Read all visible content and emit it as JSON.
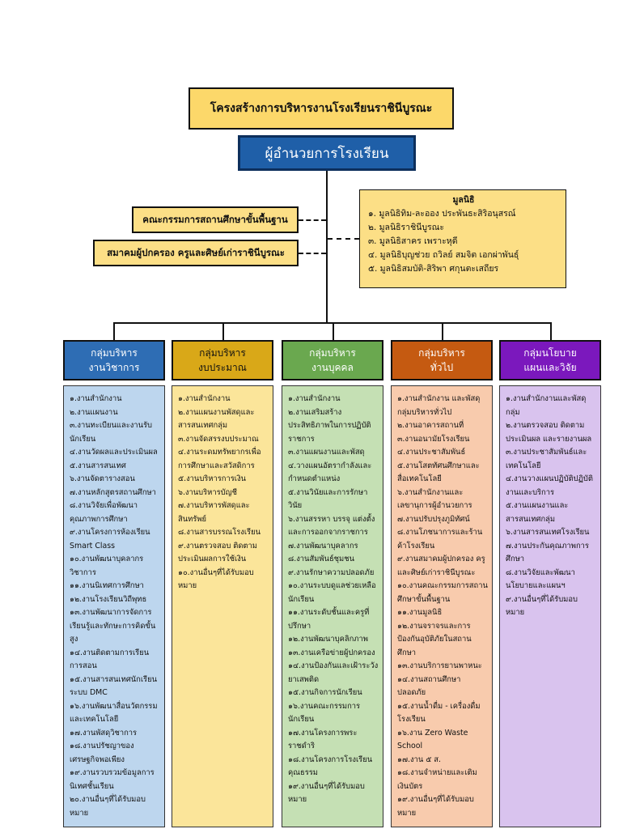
{
  "title": "โครงสร้างการบริหารงานโรงเรียนราชินีบูรณะ",
  "director": "ผู้อำนวยการโรงเรียน",
  "board": "คณะกรรมการสถานศึกษาขั้นพื้นฐาน",
  "association": "สมาคมผู้ปกครอง ครูและศิษย์เก่าราชินีบูรณะ",
  "foundations": {
    "title": "มูลนิธิ",
    "items": [
      "๑. มูลนิธิทิม-ละออง ประพันธะสิริอนุสรณ์",
      "๒. มูลนิธิราชินีบูรณะ",
      "๓. มูลนิธิสาคร เพราะหุดี",
      "๔. มูลนิธิบุญช่วย ถวิลย์ สมจิต เอกผ่าพันธุ์",
      "๕. มูลนิธิสมบัติ-สิริพา ศกุนตะเสถียร"
    ]
  },
  "groups": [
    {
      "title_line1": "กลุ่มบริหาร",
      "title_line2": "งานวิชาการ",
      "head_color": "#2e6db4",
      "head_text": "#ffffff",
      "body_color": "#bdd6ee",
      "items": [
        "๑.งานสำนักงาน",
        "๒.งานแผนงาน",
        "๓.งานทะเบียนและงานรับนักเรียน",
        "๔.งานวัดผลและประเมินผล",
        "๕.งานสารสนเทศ",
        "๖.งานจัดตารางสอน",
        "๗.งานหลักสูตรสถานศึกษา",
        "๘.งานวิจัยเพื่อพัฒนาคุณภาพการศึกษา",
        "๙.งานโครงการห้องเรียน Smart Class",
        "๑๐.งานพัฒนาบุคลากรวิชาการ",
        "๑๑.งานนิเทศการศึกษา",
        "๑๒.งานโรงเรียนวิถีพุทธ",
        "๑๓.งานพัฒนาการจัดการเรียนรู้และทักษะการคิดขั้นสูง",
        "๑๔.งานติดตามการเรียนการสอน",
        "๑๕.งานสารสนเทศนักเรียนระบบ DMC",
        "๑๖.งานพัฒนาสื่อนวัตกรรมและเทคโนโลยี",
        "๑๗.งานพัสดุวิชาการ",
        "๑๘.งานปรัชญาของเศรษฐกิจพอเพียง",
        "๑๙.งานรวบรวมข้อมูลการนิเทศชั้นเรียน",
        "๒๐.งานอื่นๆที่ได้รับมอบหมาย"
      ]
    },
    {
      "title_line1": "กลุ่มบริหาร",
      "title_line2": "งบประมาณ",
      "head_color": "#d9a818",
      "head_text": "#111111",
      "body_color": "#fbe59a",
      "items": [
        "๑.งานสำนักงาน",
        "๒.งานแผนงานพัสดุและสารสนเทศกลุ่ม",
        "๓.งานจัดสรรงบประมาณ",
        "๔.งานระดมทรัพยากรเพื่อการศึกษาและสวัสดิการ",
        "๕.งานบริหารการเงิน",
        "๖.งานบริหารบัญชี",
        "๗.งานบริหารพัสดุและสินทรัพย์",
        "๘.งานสารบรรณโรงเรียน",
        "๙.งานตรวจสอบ ติดตามประเมินผลการใช้เงิน",
        "๑๐.งานอื่นๆที่ได้รับมอบหมาย"
      ]
    },
    {
      "title_line1": "กลุ่มบริหาร",
      "title_line2": "งานบุคคล",
      "head_color": "#6aa84f",
      "head_text": "#ffffff",
      "body_color": "#c5e0b4",
      "items": [
        "๑.งานสำนักงาน",
        "๒.งานเสริมสร้างประสิทธิภาพในการปฏิบัติราชการ",
        "๓.งานแผนงานและพัสดุ",
        "๔.วางแผนอัตรากำลังและกำหนดตำแหน่ง",
        "๕.งานวินัยและการรักษาวินัย",
        "๖.งานสรรหา บรรจุ แต่งตั้งและการออกจากราชการ",
        "๗.งานพัฒนาบุคลากร",
        "๘.งานสัมพันธ์ชุมชน",
        "๙.งานรักษาความปลอดภัย",
        "๑๐.งานระบบดูแลช่วยเหลือนักเรียน",
        "๑๑.งานระดับชั้นและครูที่ปรึกษา",
        "๑๒.งานพัฒนาบุคลิกภาพ",
        "๑๓.งานเครือข่ายผู้ปกครอง",
        "๑๔.งานป้องกันและเฝ้าระวังยาเสพติด",
        "๑๕.งานกิจการนักเรียน",
        "๑๖.งานคณะกรรมการนักเรียน",
        "๑๗.งานโครงการพระราชดำริ",
        "๑๘.งานโครงการโรงเรียนคุณธรรม",
        "๑๙.งานอื่นๆที่ได้รับมอบหมาย"
      ]
    },
    {
      "title_line1": "กลุ่มบริหาร",
      "title_line2": "ทั่วไป",
      "head_color": "#c55a11",
      "head_text": "#ffffff",
      "body_color": "#f8cbad",
      "items": [
        "๑.งานสำนักงาน และพัสดุกลุ่มบริหารทั่วไป",
        "๒.งานอาคารสถานที่",
        "๓.งานอนามัยโรงเรียน",
        "๔.งานประชาสัมพันธ์",
        "๕.งานโสตทัศนศึกษาและสื่อเทคโนโลยี",
        "๖.งานสำนักงานและเลขานุการผู้อำนวยการ",
        "๗.งานปรับปรุงภูมิทัศน์",
        "๘.งานโภชนาการและร้านค้าโรงเรียน",
        "๙.งานสมาคมผู้ปกครอง ครูและศิษย์เก่าราชินีบูรณะ",
        "๑๐.งานคณะกรรมการสถานศึกษาขั้นพื้นฐาน",
        "๑๑.งานมูลนิธิ",
        "๑๒.งานจราจรและการป้องกันอุบัติภัยในสถานศึกษา",
        "๑๓.งานบริการยานพาหนะ",
        "๑๔.งานสถานศึกษาปลอดภัย",
        "๑๕.งานน้ำดื่ม - เครื่องดื่มโรงเรียน",
        "๑๖.งาน Zero Waste School",
        "๑๗.งาน ๕ ส.",
        "๑๘.งานจำหน่ายและเติมเงินบัตร",
        "๑๙.งานอื่นๆที่ได้รับมอบหมาย"
      ]
    },
    {
      "title_line1": "กลุ่มนโยบาย",
      "title_line2": "แผนและวิจัย",
      "head_color": "#7b18bd",
      "head_text": "#ffffff",
      "body_color": "#d9c3ee",
      "items": [
        "๑.งานสำนักงานและพัสดุกลุ่ม",
        "๒.งานตรวจสอบ ติดตามประเมินผล และรายงานผล",
        "๓.งานประชาสัมพันธ์และเทคโนโลยี",
        "๔.งานวางแผนปฏิบัติปฏิบัติงานและบริการ",
        "๕.งานแผนงานและสารสนเทศกลุ่ม",
        "๖.งานสารสนเทศโรงเรียน",
        "๗.งานประกันคุณภาพการศึกษา",
        "๘.งานวิจัยและพัฒนานโยบายและแผนฯ",
        "๙.งานอื่นๆที่ได้รับมอบหมาย"
      ]
    }
  ]
}
